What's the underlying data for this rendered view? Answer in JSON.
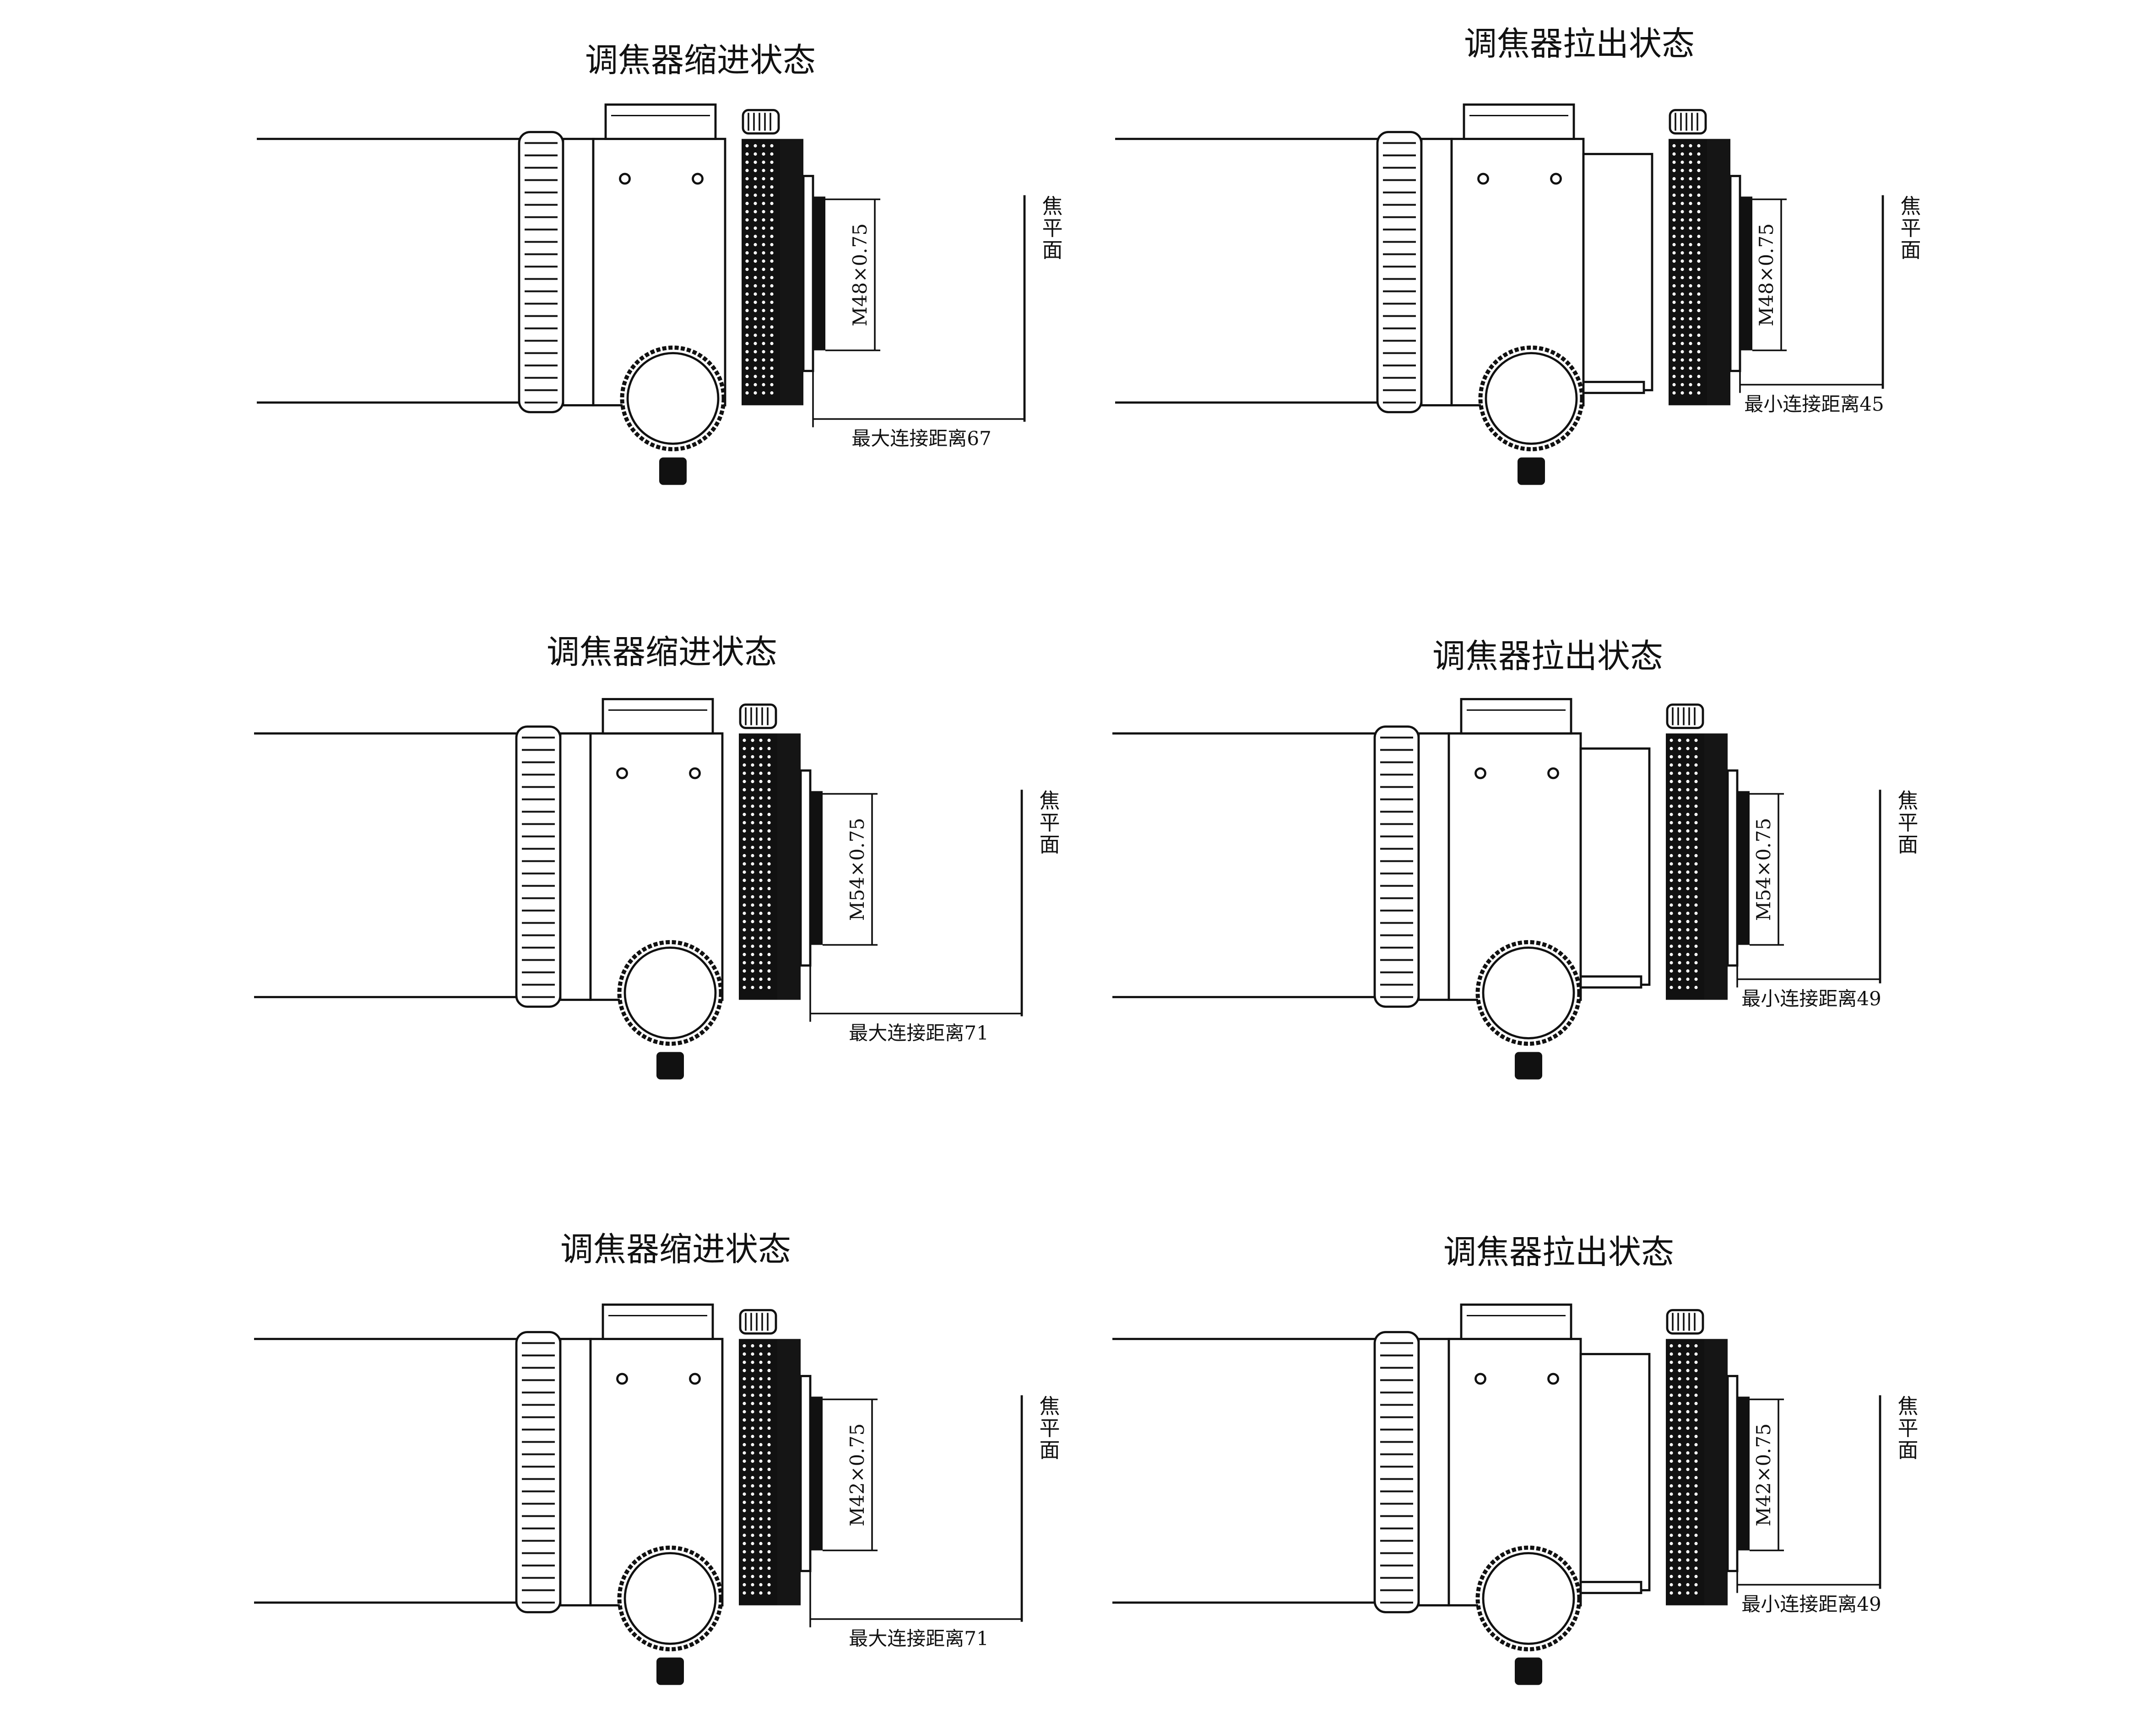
{
  "focal_plane_label": "焦平面",
  "panels": [
    {
      "title": "调焦器缩进状态",
      "state": "retracted",
      "thread": "M48×0.75",
      "distance": "最大连接距离67"
    },
    {
      "title": "调焦器拉出状态",
      "state": "extended",
      "thread": "M48×0.75",
      "distance": "最小连接距离45"
    },
    {
      "title": "调焦器缩进状态",
      "state": "retracted",
      "thread": "M54×0.75",
      "distance": "最大连接距离71"
    },
    {
      "title": "调焦器拉出状态",
      "state": "extended",
      "thread": "M54×0.75",
      "distance": "最小连接距离49"
    },
    {
      "title": "调焦器缩进状态",
      "state": "retracted",
      "thread": "M42×0.75",
      "distance": "最大连接距离71"
    },
    {
      "title": "调焦器拉出状态",
      "state": "extended",
      "thread": "M42×0.75",
      "distance": "最小连接距离49"
    }
  ]
}
